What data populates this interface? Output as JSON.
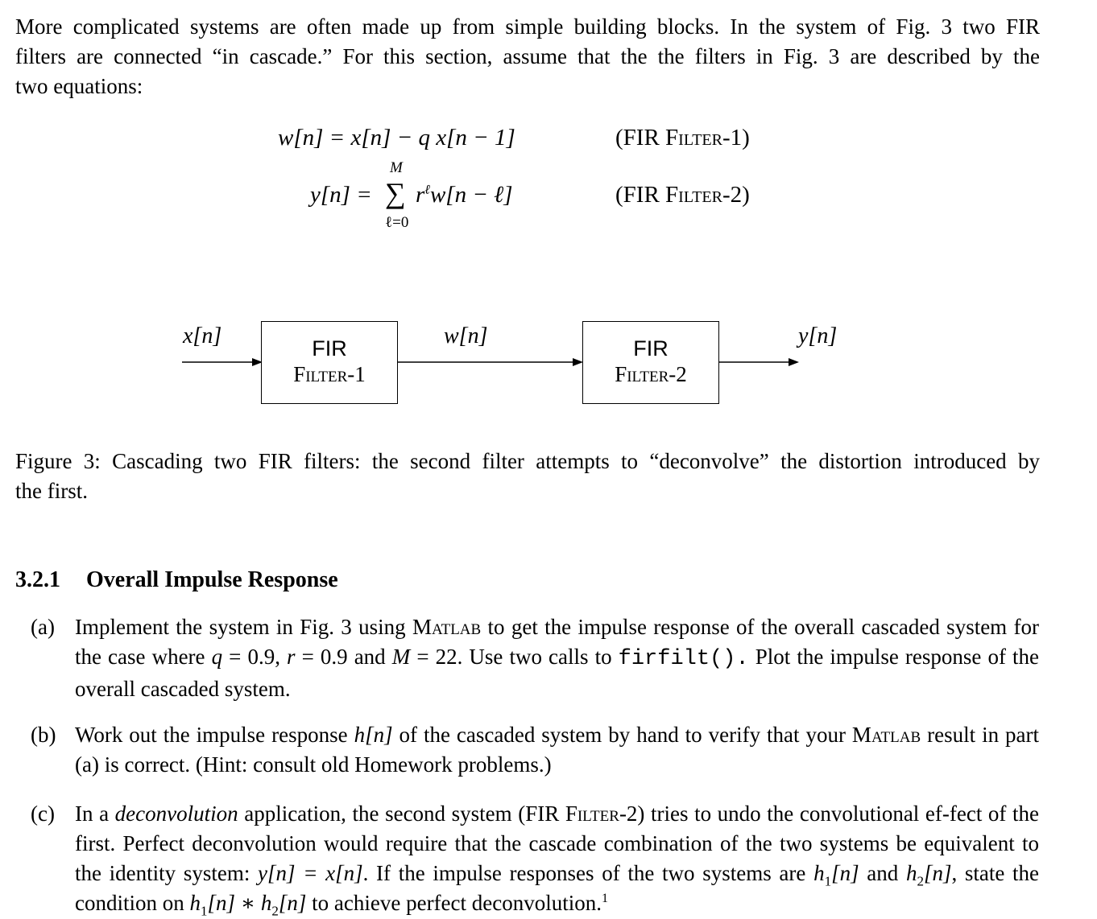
{
  "intro": {
    "l1a": "More complicated systems are often made up from simple building blocks. In the system of Fig. 3 two FIR",
    "l2a": "filters are connected “in cascade.” For this section, assume that the the filters in Fig. 3 are described by the",
    "l3a": "two equations:"
  },
  "equations": {
    "eq1": "w[n] = x[n] − q x[n − 1]",
    "eq1_label": "(FIR F",
    "eq1_label_sc": "ilter",
    "eq1_label_end": "-1)",
    "eq2_lhs": "y[n] =",
    "eq2_sum": "∑",
    "eq2_upper": "M",
    "eq2_lower": "ℓ=0",
    "eq2_rhs_r": "r",
    "eq2_rhs_exp": "ℓ",
    "eq2_rhs_rest": "w[n − ℓ]",
    "eq2_label": "(FIR F",
    "eq2_label_sc": "ilter",
    "eq2_label_end": "-2)"
  },
  "diagram": {
    "input_signal": "x[n]",
    "middle_signal": "w[n]",
    "output_signal": "y[n]",
    "box1_line1": "FIR",
    "box1_line2": "Filter-1",
    "box2_line1": "FIR",
    "box2_line2": "Filter-2"
  },
  "caption": {
    "line1": "Figure 3: Cascading two FIR filters: the second filter attempts to “deconvolve” the distortion introduced by",
    "line2": "the first."
  },
  "section": {
    "number": "3.2.1",
    "title": "Overall Impulse Response"
  },
  "items": {
    "a": {
      "label": "(a)",
      "p1": "Implement the system in Fig. 3 using M",
      "p1_sc": "atlab",
      "p2": " to get the impulse response of the overall cascaded system for the case where ",
      "q": "q",
      "p3": " = 0.9, ",
      "r": "r",
      "p4": " = 0.9 and ",
      "M": "M",
      "p5": " = 22. Use two calls to ",
      "code": "firfilt().",
      "p6": " Plot the impulse response of the overall cascaded system."
    },
    "b": {
      "label": "(b)",
      "p1": "Work out the impulse response ",
      "h": "h[n]",
      "p2": " of the cascaded system by hand to verify that your M",
      "p2_sc": "atlab",
      "p3": " result in part (a) is correct. (Hint: consult old Homework problems.)"
    },
    "c": {
      "label": "(c)",
      "p1": "In a ",
      "em": "deconvolution",
      "p2": " application, the second system (FIR F",
      "p2_sc": "ilter",
      "p3": "-2) tries to undo the convolutional ef-fect of the first. Perfect deconvolution would require that the cascade combination of the two systems be equivalent to the identity system: ",
      "m1": "y[n] = x[n]",
      "p4": ". If the impulse responses of the two systems are ",
      "h1": "h",
      "h1sub": "1",
      "h1n": "[n]",
      "p5": " and ",
      "h2": "h",
      "h2sub": "2",
      "h2n": "[n]",
      "p6": ", state the condition on ",
      "m2a": "h",
      "m2asub": "1",
      "m2an": "[n] ∗ h",
      "m2bsub": "2",
      "m2bn": "[n]",
      "p7": " to achieve perfect deconvolution.",
      "footnote": "1"
    }
  }
}
